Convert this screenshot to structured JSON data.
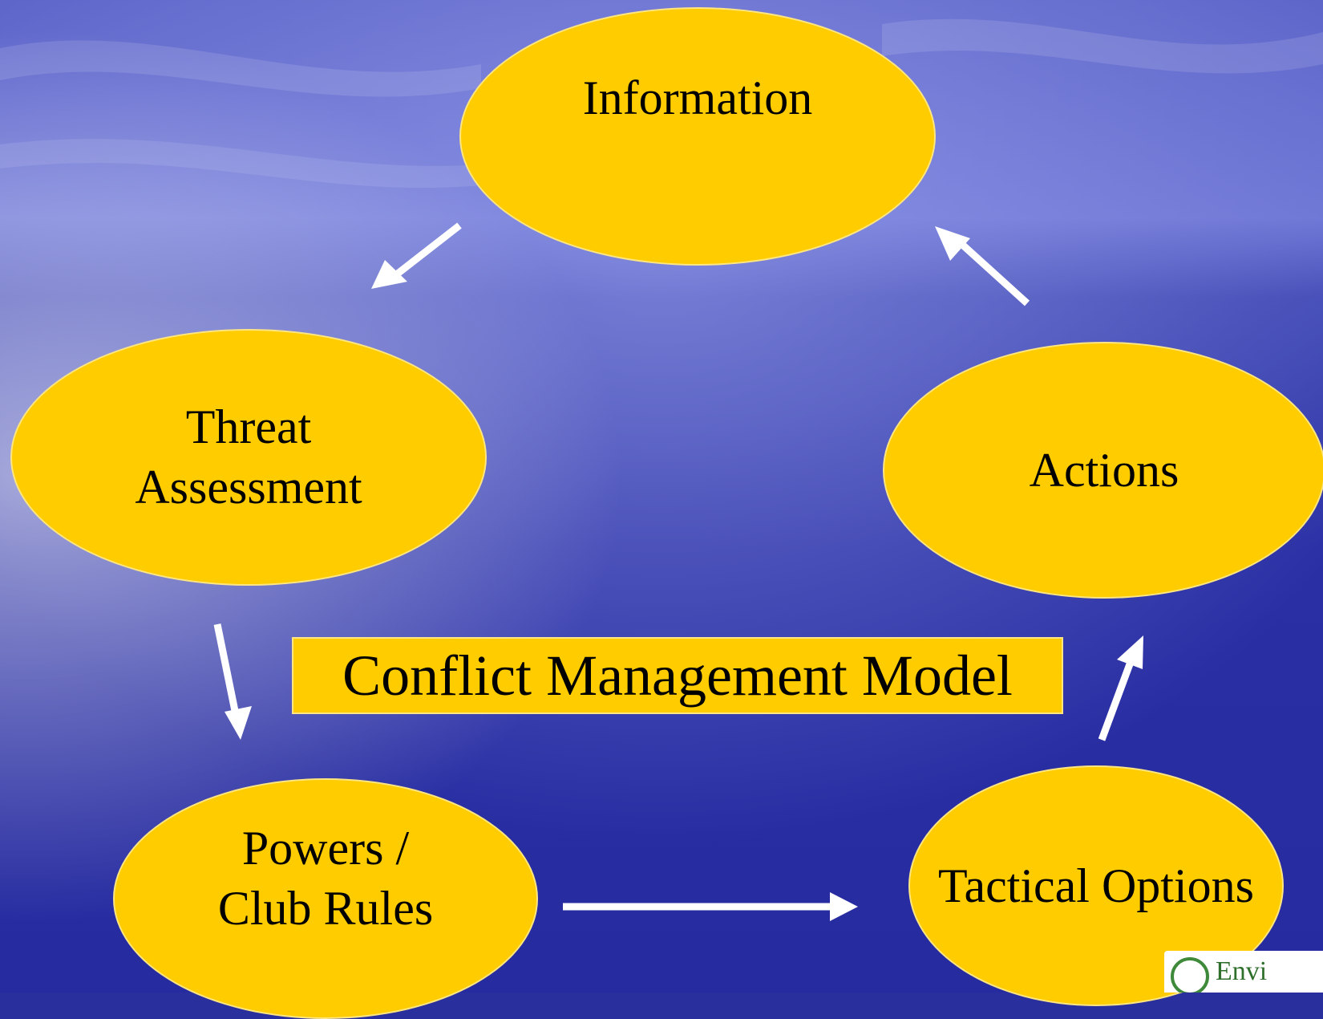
{
  "diagram": {
    "title": "Conflict Management Model",
    "nodes": [
      {
        "id": "information",
        "label": "Information"
      },
      {
        "id": "threat",
        "label": "Threat\nAssessment"
      },
      {
        "id": "powers",
        "label": "Powers /\nClub Rules"
      },
      {
        "id": "tactical",
        "label": "Tactical Options"
      },
      {
        "id": "actions",
        "label": "Actions"
      }
    ],
    "edges": [
      {
        "from": "information",
        "to": "threat"
      },
      {
        "from": "threat",
        "to": "powers"
      },
      {
        "from": "powers",
        "to": "tactical"
      },
      {
        "from": "tactical",
        "to": "actions"
      },
      {
        "from": "actions",
        "to": "information"
      }
    ]
  },
  "logo": {
    "text": "Envi"
  },
  "colors": {
    "node_fill": "#ffcc00",
    "background": "#2a2f9e",
    "arrow": "#ffffff",
    "logo_green": "#3f8a3a"
  }
}
